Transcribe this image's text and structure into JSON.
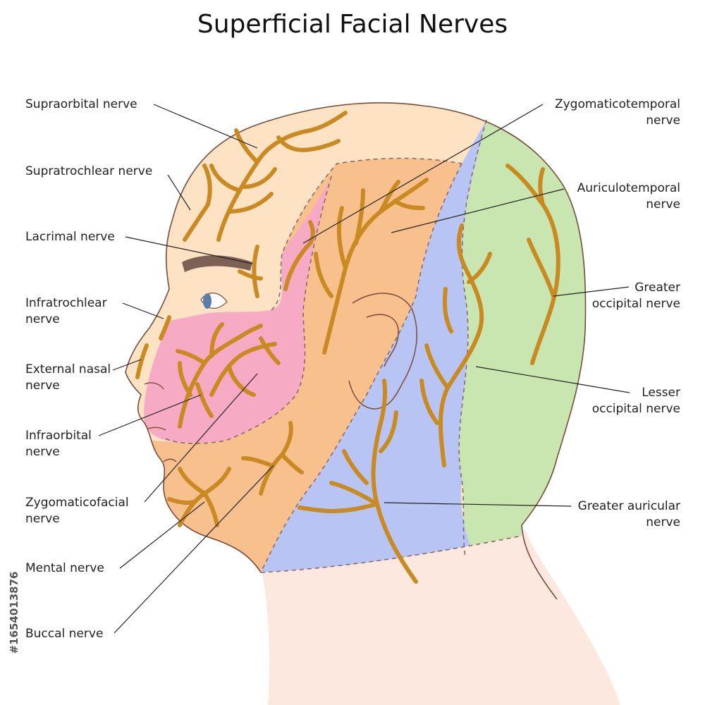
{
  "title": "Superficial Facial Nerves",
  "watermark_id": "#1654013876",
  "labels_left": [
    {
      "id": "supraorbital",
      "lines": [
        "Supraorbital nerve"
      ]
    },
    {
      "id": "supratrochlear",
      "lines": [
        "Supratrochlear nerve"
      ]
    },
    {
      "id": "lacrimal",
      "lines": [
        "Lacrimal nerve"
      ]
    },
    {
      "id": "infratrochlear",
      "lines": [
        "Infratrochlear",
        "nerve"
      ]
    },
    {
      "id": "external-nasal",
      "lines": [
        "External nasal",
        "nerve"
      ]
    },
    {
      "id": "infraorbital",
      "lines": [
        "Infraorbital",
        "nerve"
      ]
    },
    {
      "id": "zygomaticofacial",
      "lines": [
        "Zygomaticofacial",
        "nerve"
      ]
    },
    {
      "id": "mental",
      "lines": [
        "Mental nerve"
      ]
    },
    {
      "id": "buccal",
      "lines": [
        "Buccal nerve"
      ]
    }
  ],
  "labels_right": [
    {
      "id": "zygomaticotemporal",
      "lines": [
        "Zygomaticotemporal",
        "nerve"
      ]
    },
    {
      "id": "auriculotemporal",
      "lines": [
        "Auriculotemporal",
        "nerve"
      ]
    },
    {
      "id": "greater-occipital",
      "lines": [
        "Greater",
        "occipital nerve"
      ]
    },
    {
      "id": "lesser-occipital",
      "lines": [
        "Lesser",
        "occipital nerve"
      ]
    },
    {
      "id": "greater-auricular",
      "lines": [
        "Greater auricular",
        "nerve"
      ]
    }
  ],
  "colors": {
    "forehead": "#fde3c4",
    "temple": "#f8c08c",
    "face": "#f7aac4",
    "back": "#b8c4f4",
    "occipital": "#c9e6b0",
    "neck": "#fde8e0",
    "nerve": "#c98a22",
    "outline": "#7a4a3a",
    "eyebrow": "#7d6155",
    "iris": "#5a7ea8"
  }
}
